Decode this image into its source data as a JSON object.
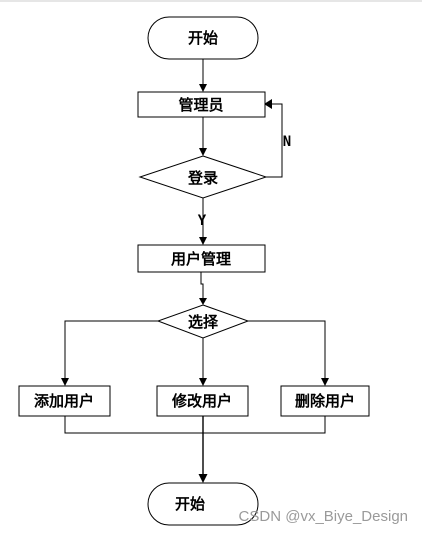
{
  "diagram": {
    "nodes": {
      "start": "开始",
      "admin": "管理员",
      "login": "登录",
      "user_manage": "用户管理",
      "choose": "选择",
      "add_user": "添加用户",
      "edit_user": "修改用户",
      "delete_user": "删除用户",
      "end": "开始"
    },
    "edge_labels": {
      "no": "N",
      "yes": "Y"
    }
  },
  "watermark": "CSDN @vx_Biye_Design",
  "colors": {
    "stroke": "#000000",
    "watermark": "#9a9a9a",
    "background": "#ffffff"
  }
}
